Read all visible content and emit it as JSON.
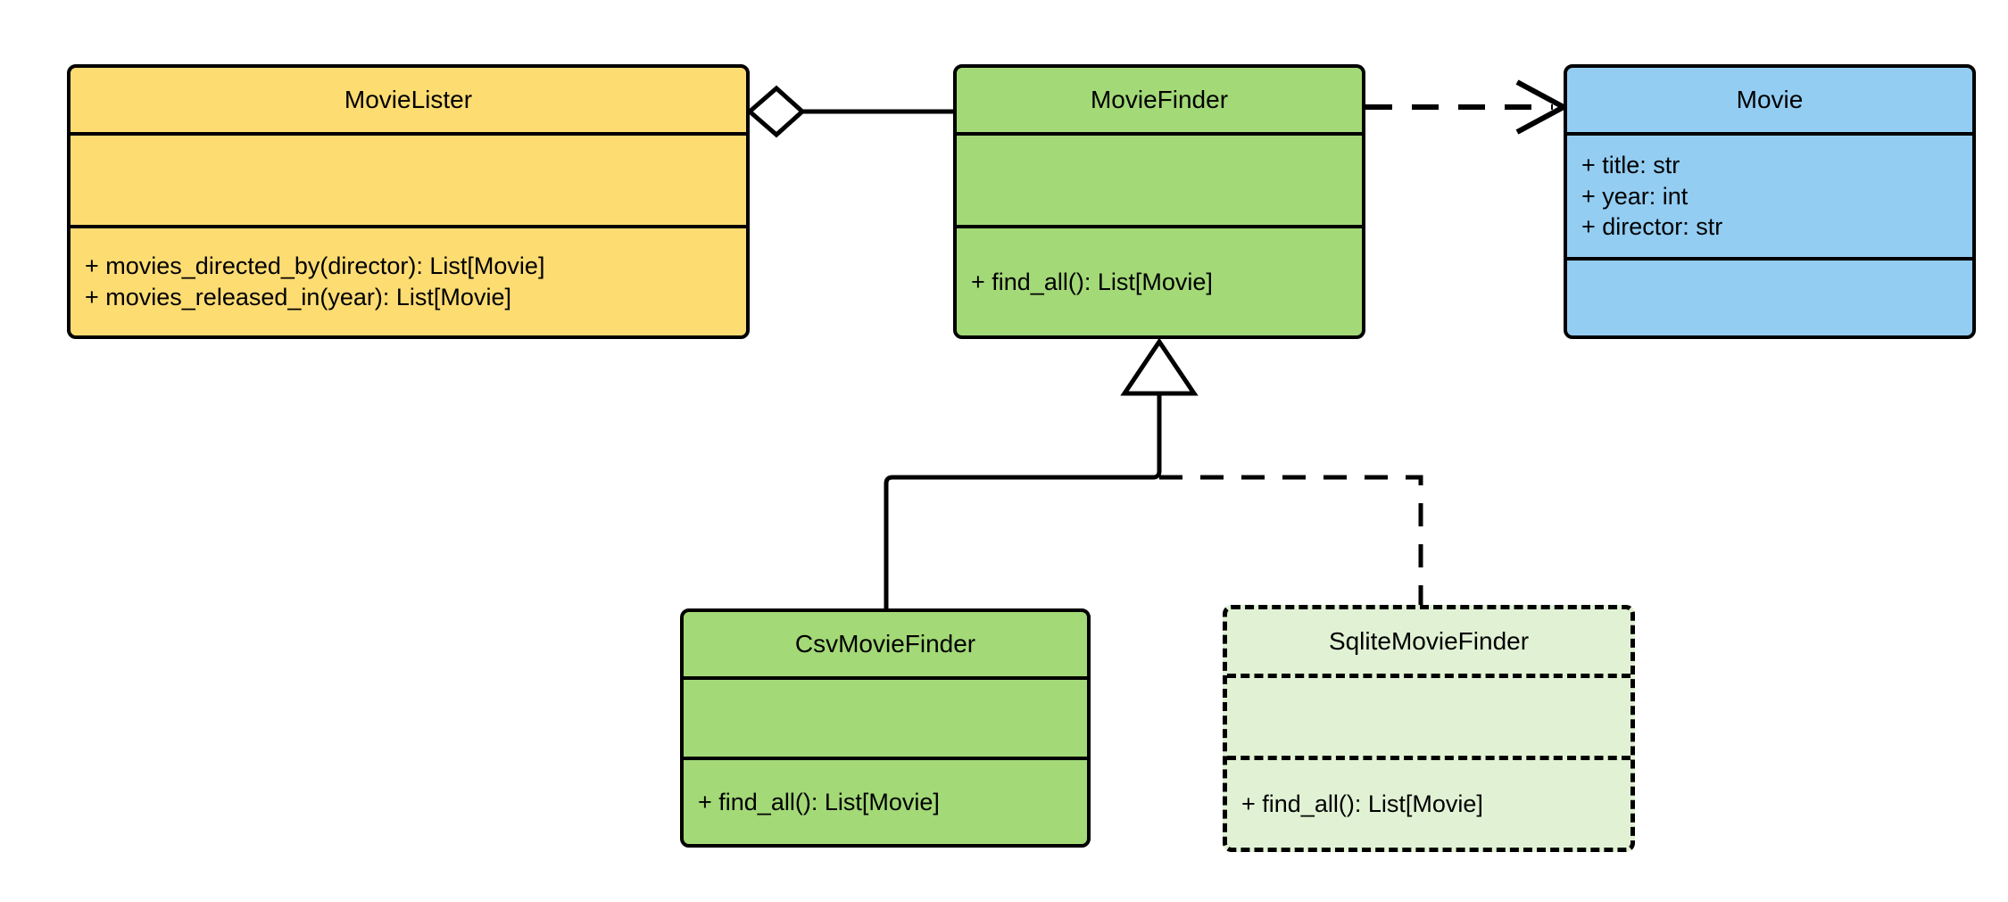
{
  "diagram": {
    "title": "MovieLister UML class diagram",
    "type": "uml-class-diagram",
    "background": "#ffffff",
    "line_color": "#000000"
  },
  "palette": {
    "yellow": "#FDDC72",
    "green": "#A3D977",
    "light_green": "#E1F2D4",
    "blue": "#93CDF2",
    "stroke": "#000000"
  },
  "classes": [
    {
      "id": "movie-lister",
      "name": "MovieLister",
      "fill": "#FDDC72",
      "border_style": "solid",
      "attributes": [],
      "methods": [
        "+ movies_directed_by(director): List[Movie]",
        "+ movies_released_in(year): List[Movie]"
      ]
    },
    {
      "id": "movie-finder",
      "name": "MovieFinder",
      "fill": "#A3D977",
      "border_style": "solid",
      "attributes": [],
      "methods": [
        "+ find_all(): List[Movie]"
      ]
    },
    {
      "id": "movie",
      "name": "Movie",
      "fill": "#93CDF2",
      "border_style": "solid",
      "attributes": [
        "+ title: str",
        "+ year: int",
        "+ director: str"
      ],
      "methods": []
    },
    {
      "id": "csv-movie-finder",
      "name": "CsvMovieFinder",
      "fill": "#A3D977",
      "border_style": "solid",
      "attributes": [],
      "methods": [
        "+ find_all(): List[Movie]"
      ]
    },
    {
      "id": "sqlite-movie-finder",
      "name": "SqliteMovieFinder",
      "fill": "#E1F2D4",
      "border_style": "dashed",
      "attributes": [],
      "methods": [
        "+ find_all(): List[Movie]"
      ]
    }
  ],
  "relationships": [
    {
      "id": "aggregation-lister-finder",
      "kind": "aggregation",
      "from": "MovieLister",
      "to": "MovieFinder",
      "line_style": "solid",
      "source_marker": "hollow-diamond",
      "target_marker": "none"
    },
    {
      "id": "dependency-finder-movie",
      "kind": "dependency",
      "from": "MovieFinder",
      "to": "Movie",
      "line_style": "dashed",
      "source_marker": "none",
      "target_marker": "open-arrow"
    },
    {
      "id": "inheritance-csv-finder",
      "kind": "generalization",
      "from": "CsvMovieFinder",
      "to": "MovieFinder",
      "line_style": "solid",
      "source_marker": "none",
      "target_marker": "hollow-triangle"
    },
    {
      "id": "realization-sqlite-finder",
      "kind": "realization",
      "from": "SqliteMovieFinder",
      "to": "MovieFinder",
      "line_style": "dashed",
      "source_marker": "none",
      "target_marker": "hollow-triangle"
    }
  ]
}
